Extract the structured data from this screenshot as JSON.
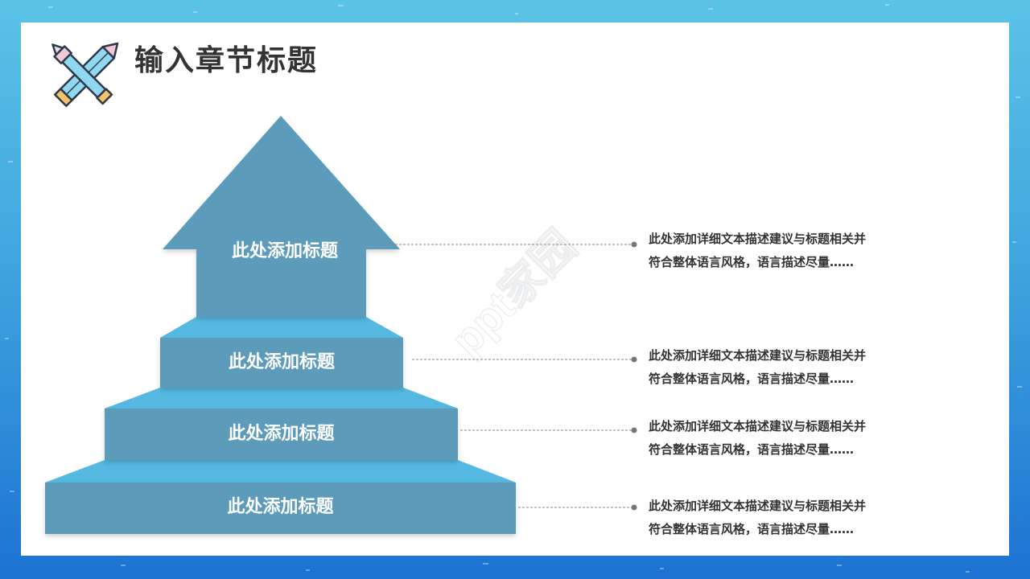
{
  "slide": {
    "title": "输入章节标题",
    "colors": {
      "step_front": "#5b9bba",
      "step_top": "#55b8e0",
      "text_dark": "#333333",
      "connector": "#888888"
    },
    "icon": "crossed-pencil-brush-icon",
    "watermark": "ppt家园",
    "steps": [
      {
        "label": "此处添加标题",
        "desc_line1": "此处添加详细文本描述建议与标题相关并",
        "desc_line2": "符合整体语言风格，语言描述尽量……"
      },
      {
        "label": "此处添加标题",
        "desc_line1": "此处添加详细文本描述建议与标题相关并",
        "desc_line2": "符合整体语言风格，语言描述尽量……"
      },
      {
        "label": "此处添加标题",
        "desc_line1": "此处添加详细文本描述建议与标题相关并",
        "desc_line2": "符合整体语言风格，语言描述尽量……"
      },
      {
        "label": "此处添加标题",
        "desc_line1": "此处添加详细文本描述建议与标题相关并",
        "desc_line2": "符合整体语言风格，语言描述尽量……"
      }
    ]
  }
}
